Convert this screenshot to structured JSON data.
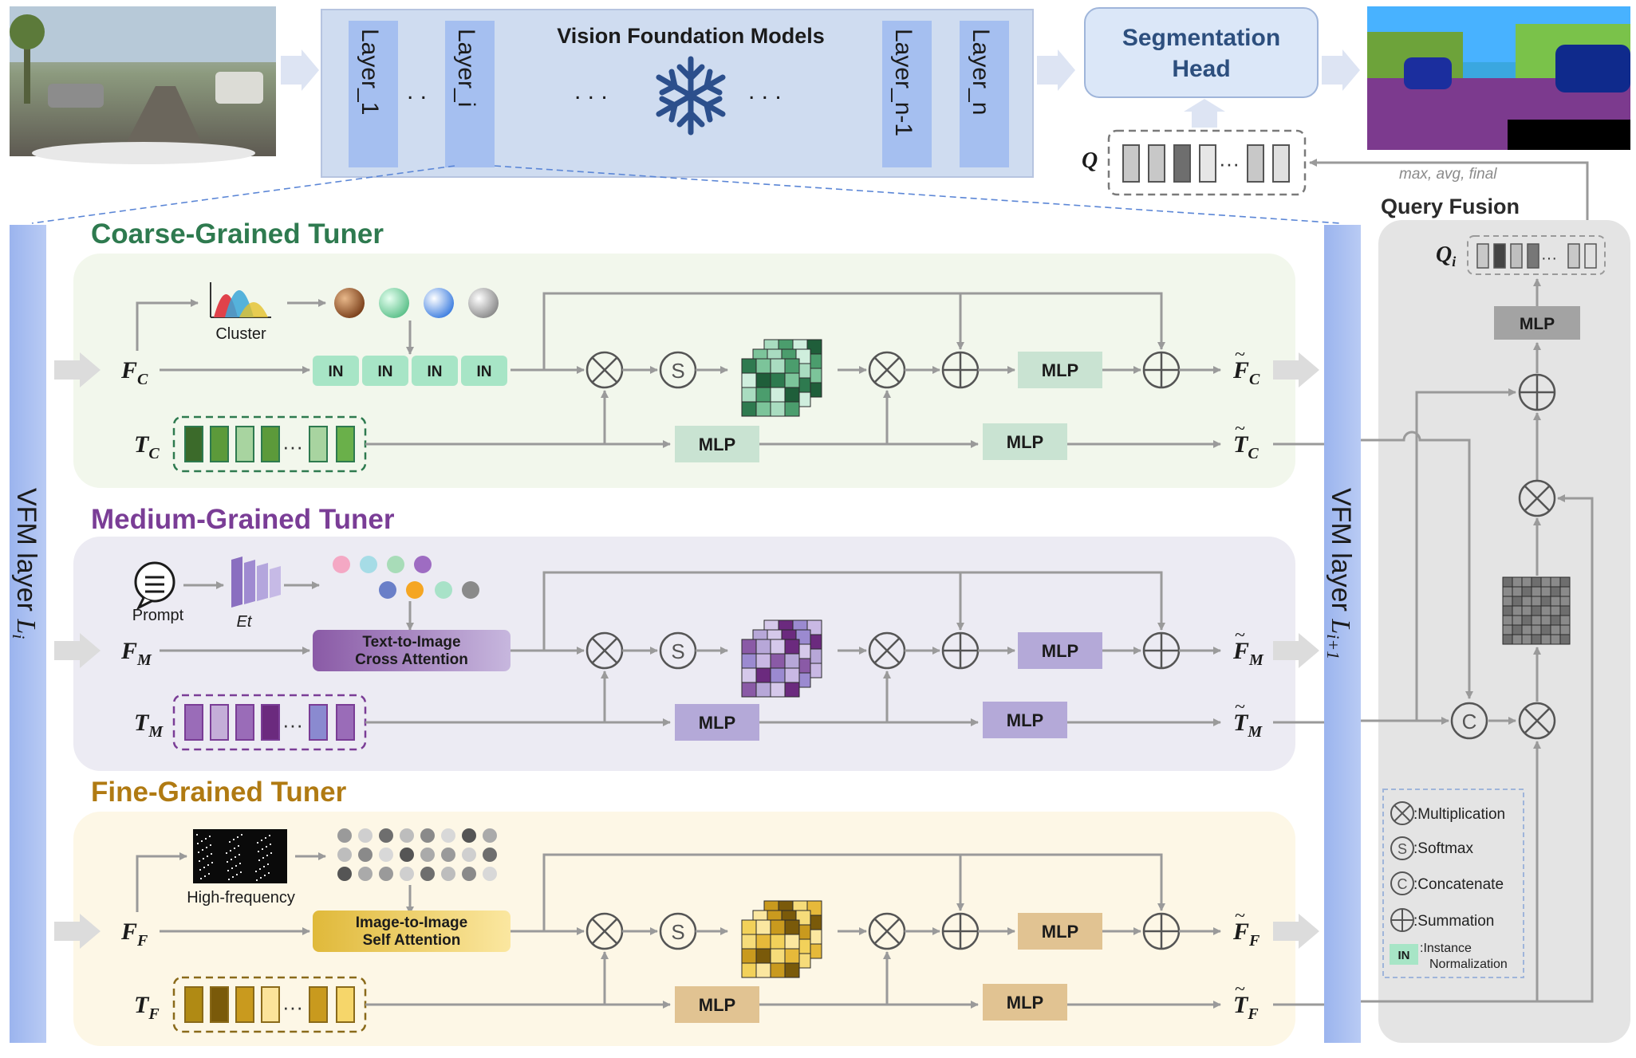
{
  "top": {
    "vfm_title": "Vision Foundation Models",
    "layers": [
      "Layer_1",
      "Layer_i",
      "Layer_n-1",
      "Layer_n"
    ],
    "ellipsis": ". .",
    "ellipsis_long": ". . .",
    "seg_head_line1": "Segmentation",
    "seg_head_line2": "Head",
    "q_label": "Q",
    "query_note": "max, avg, final",
    "query_fusion_title": "Query Fusion",
    "qi_label": "Q",
    "qi_sub": "i"
  },
  "side_bars": {
    "left_label": "VFM layer",
    "left_sym": "L",
    "left_sub": "i",
    "right_label": "VFM layer",
    "right_sym": "L",
    "right_sub": "i+1"
  },
  "coarse": {
    "title": "Coarse-Grained Tuner",
    "cluster_label": "Cluster",
    "in_label": "IN",
    "f_sym": "F",
    "f_sub": "C",
    "t_sym": "T",
    "t_sub": "C",
    "mlp": "MLP",
    "softmax": "S",
    "color": "#2e7a4f"
  },
  "medium": {
    "title": "Medium-Grained Tuner",
    "prompt_label": "Prompt",
    "et_label": "Et",
    "attn_line1": "Text-to-Image",
    "attn_line2": "Cross Attention",
    "f_sym": "F",
    "f_sub": "M",
    "t_sym": "T",
    "t_sub": "M",
    "mlp": "MLP",
    "softmax": "S",
    "color": "#7a3d96"
  },
  "fine": {
    "title": "Fine-Grained Tuner",
    "hf_label": "High-frequency",
    "attn_line1": "Image-to-Image",
    "attn_line2": "Self Attention",
    "f_sym": "F",
    "f_sub": "F",
    "t_sym": "T",
    "t_sub": "F",
    "mlp": "MLP",
    "softmax": "S",
    "color": "#b07a12"
  },
  "fusion": {
    "mlp": "MLP",
    "concat": "C"
  },
  "legend": {
    "mult": ":Multiplication",
    "softmax": ":Softmax",
    "concat": ":Concatenate",
    "sum": ":Summation",
    "in_tag": "IN",
    "in_line1": ":Instance",
    "in_line2": "Normalization",
    "s_letter": "S",
    "c_letter": "C"
  },
  "colors": {
    "coarse_bg": "#f2f7ec",
    "medium_bg": "#ecebf3",
    "fine_bg": "#fdf7e6",
    "vfm_bar": "#a9bff0",
    "arrow_gray": "#a0a0a0"
  }
}
